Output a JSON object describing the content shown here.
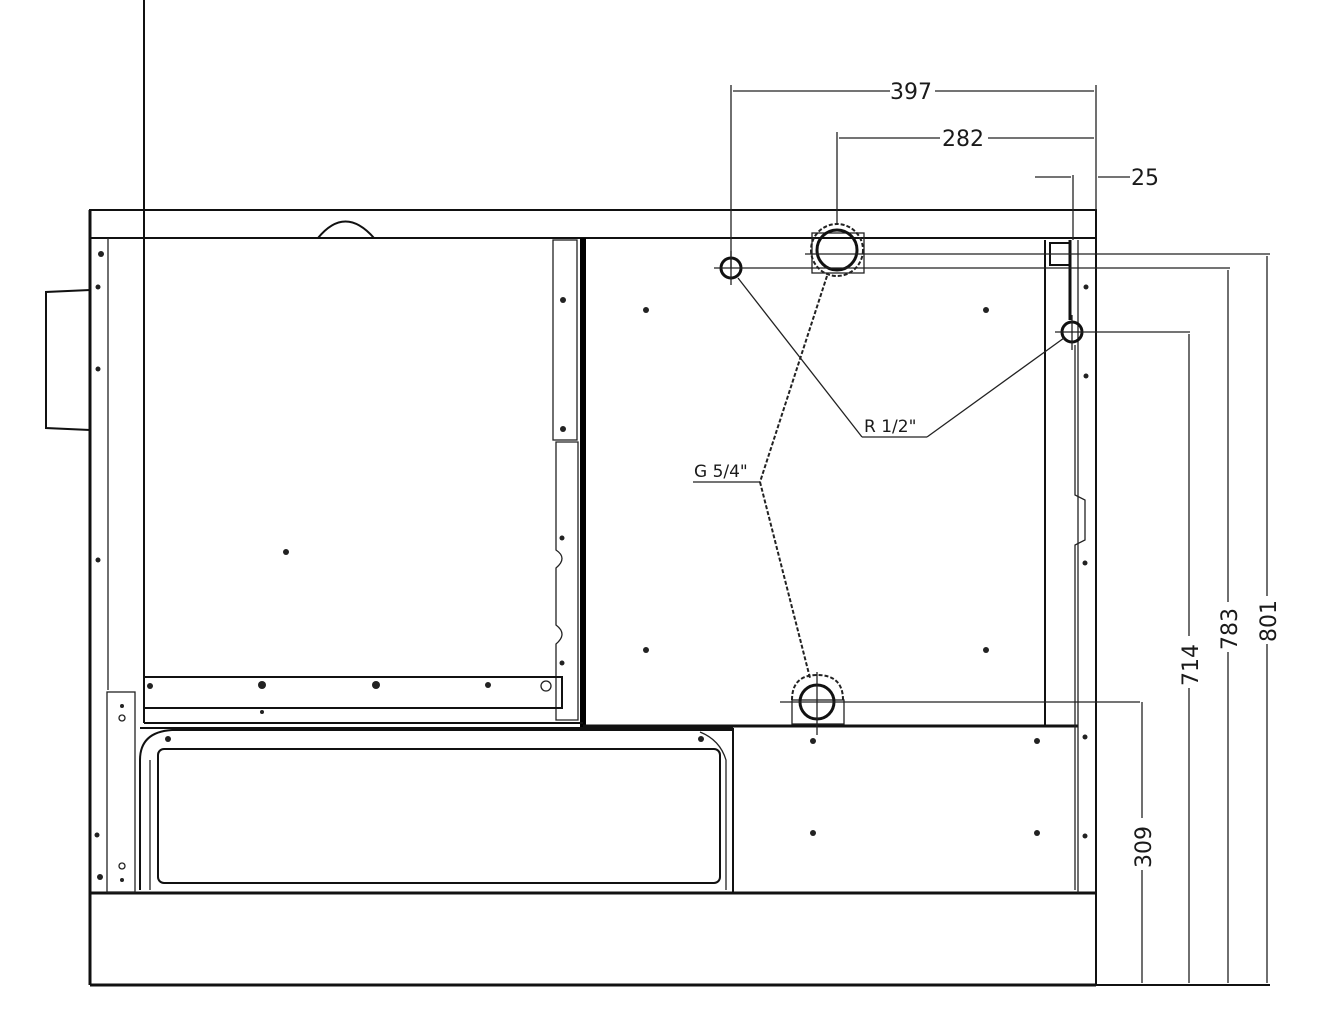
{
  "drawing": {
    "type": "technical-drawing",
    "view": "rear elevation with connection dimensions",
    "line_color": "#111111",
    "background": "#ffffff"
  },
  "dimensions": {
    "horizontal": [
      {
        "id": "dim-397",
        "label": "397"
      },
      {
        "id": "dim-282",
        "label": "282"
      },
      {
        "id": "dim-25",
        "label": "25"
      }
    ],
    "vertical": [
      {
        "id": "dim-309",
        "label": "309"
      },
      {
        "id": "dim-714",
        "label": "714"
      },
      {
        "id": "dim-783",
        "label": "783"
      },
      {
        "id": "dim-801",
        "label": "801"
      }
    ]
  },
  "callouts": {
    "g54": {
      "label": "G 5/4\""
    },
    "r12": {
      "label": "R 1/2\""
    }
  }
}
